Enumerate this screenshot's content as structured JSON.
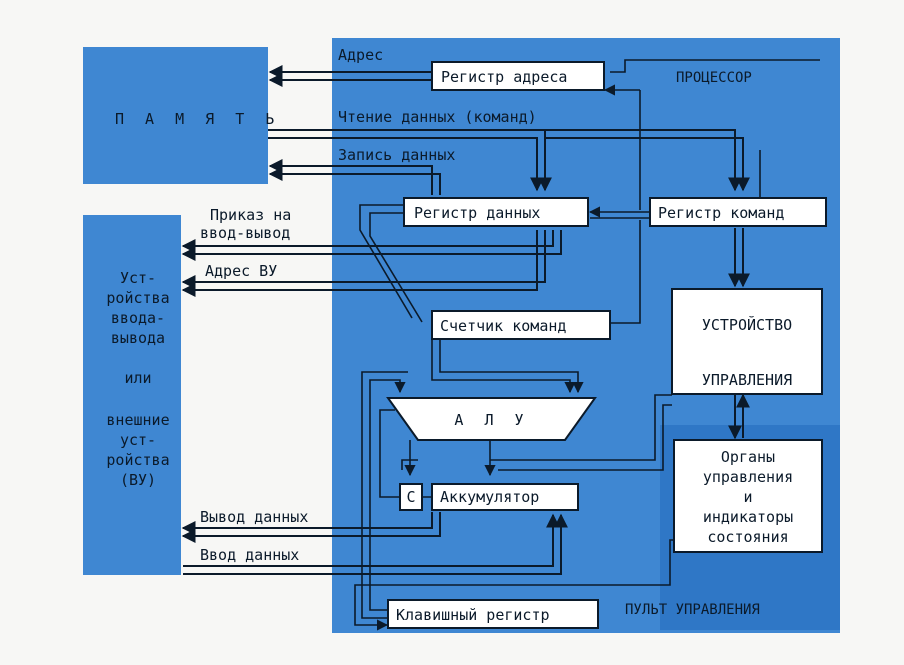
{
  "areas": {
    "memory": "П А М Я Т Ь",
    "processor": "ПРОЦЕССОР",
    "console": "ПУЛЬТ УПРАВЛЕНИЯ",
    "io_lines": [
      "Уст-",
      "ройства",
      "ввода-",
      "вывода",
      "",
      "или",
      "",
      "внешние",
      "уст-",
      "ройства",
      "(ВУ)"
    ]
  },
  "boxes": {
    "address_register": "Регистр адреса",
    "data_register": "Регистр данных",
    "command_register": "Регистр команд",
    "program_counter": "Счетчик команд",
    "alu": "А Л У",
    "accumulator": "Аккумулятор",
    "carry": "С",
    "keyboard_register": "Клавишный регистр",
    "control_unit_lines": [
      "УСТРОЙСТВО",
      "",
      "УПРАВЛЕНИЯ"
    ],
    "controls_lines": [
      "Органы",
      "управления",
      "и",
      "индикаторы",
      "состояния"
    ]
  },
  "signals": {
    "address": "Адрес",
    "read_data": "Чтение данных (команд)",
    "write_data": "Запись данных",
    "io_command": [
      "Приказ на",
      "ввод-вывод"
    ],
    "io_address": "Адрес ВУ",
    "data_out": "Вывод данных",
    "data_in": "Ввод данных"
  }
}
